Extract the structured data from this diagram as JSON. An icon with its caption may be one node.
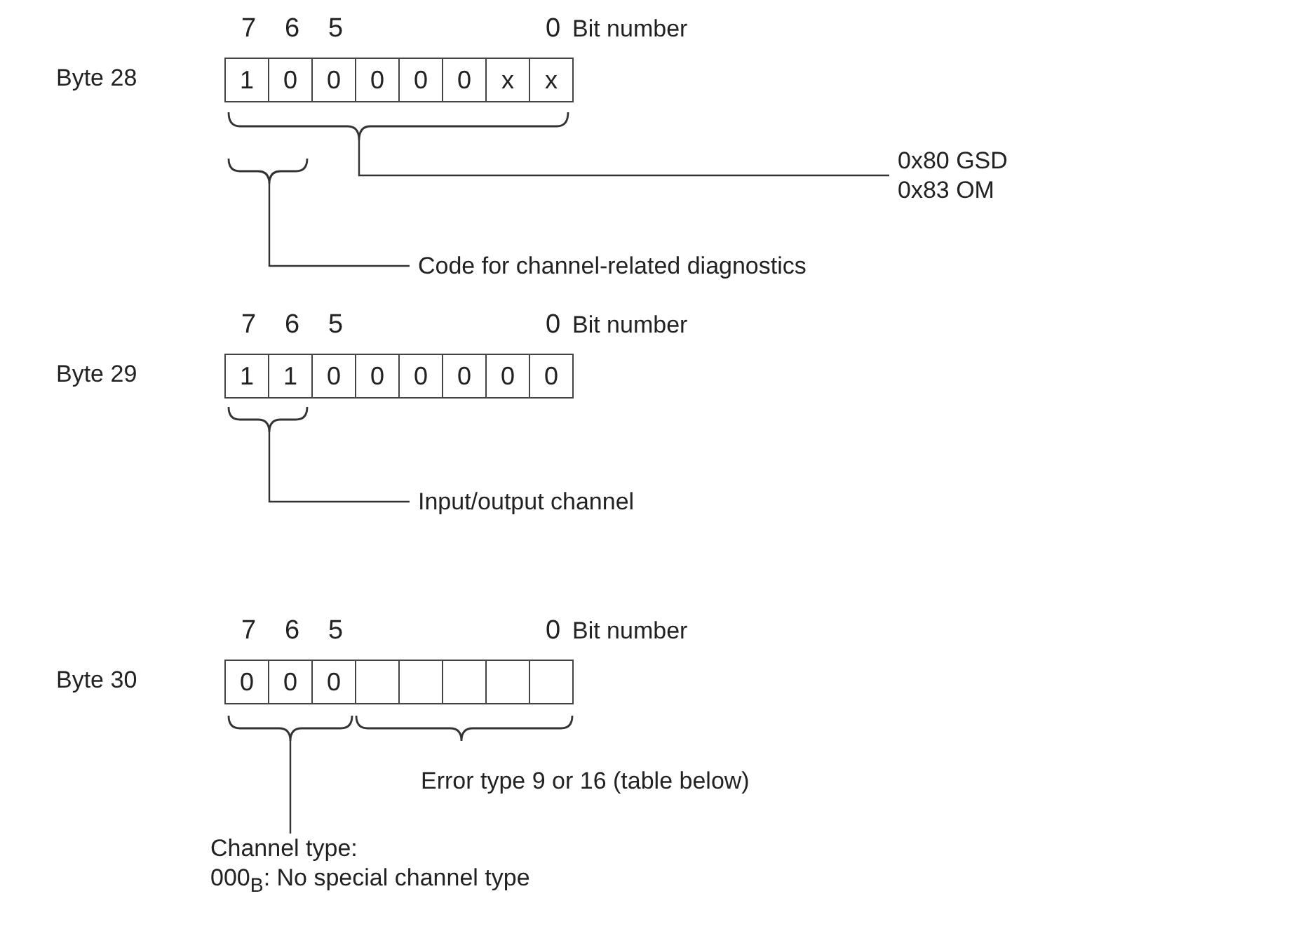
{
  "diagram": {
    "nodes": [
      {
        "text": [
          "1"
        ]
      },
      {
        "text": [
          "0"
        ]
      },
      {
        "text": [
          "0"
        ]
      },
      {
        "text": [
          "0"
        ]
      },
      {
        "text": [
          "0"
        ]
      },
      {
        "text": [
          "0"
        ]
      },
      {
        "text": [
          "x"
        ]
      },
      {
        "text": [
          "x"
        ]
      },
      {
        "text": [],
        "shape": "brace"
      },
      {
        "text": [],
        "shape": "brace"
      },
      {
        "text": [
          "0x80 GSD",
          "0x83 OM"
        ]
      },
      {
        "text": [
          "Code for channel-related diagnostics"
        ]
      },
      {
        "text": [
          "1"
        ]
      },
      {
        "text": [
          "1"
        ]
      },
      {
        "text": [
          "0"
        ]
      },
      {
        "text": [
          "0"
        ]
      },
      {
        "text": [
          "0"
        ]
      },
      {
        "text": [
          "0"
        ]
      },
      {
        "text": [
          "0"
        ]
      },
      {
        "text": [
          "0"
        ]
      },
      {
        "text": [],
        "shape": "brace"
      },
      {
        "text": [
          "Input/output channel"
        ]
      },
      {
        "text": [
          "0"
        ]
      },
      {
        "text": [
          "0"
        ]
      },
      {
        "text": [
          "0"
        ]
      },
      {
        "text": [],
        "shape": "box"
      },
      {
        "text": [],
        "shape": "box"
      },
      {
        "text": [],
        "shape": "box"
      },
      {
        "text": [],
        "shape": "box"
      },
      {
        "text": [],
        "shape": "box"
      },
      {
        "text": [],
        "shape": "brace"
      },
      {
        "text": [
          "Channel type:",
          "000$_{B}$: No special channel type"
        ]
      }
    ],
    "edges": [
      {
        "from": 8,
        "to": 10,
        "arrow": "none"
      },
      {
        "from": 9,
        "to": 11,
        "arrow": "none"
      },
      {
        "from": 20,
        "to": 21,
        "arrow": "none"
      },
      {
        "from": 30,
        "to": 31,
        "arrow": "none"
      }
    ],
    "labels": [
      "7",
      "6",
      "5",
      "0",
      "Bit number",
      "Byte 28",
      "7",
      "6",
      "5",
      "0",
      "Bit number",
      "Byte 29",
      "7",
      "6",
      "5",
      "0",
      "Bit number",
      "Byte 30",
      "Error type 9 or 16 (table below)"
    ]
  }
}
